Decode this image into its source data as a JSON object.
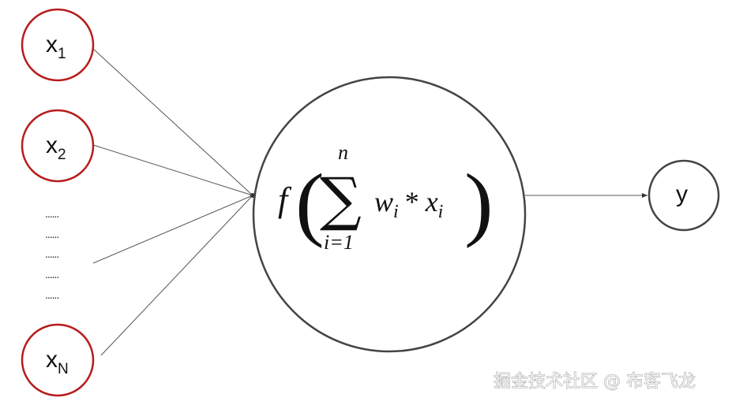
{
  "inputs": [
    {
      "base": "x",
      "sub": "1"
    },
    {
      "base": "x",
      "sub": "2"
    },
    {
      "base": "x",
      "sub": "N"
    }
  ],
  "ellipsis": "......",
  "neuron": {
    "func": "f",
    "sum_upper": "n",
    "sum_lower": "i=1",
    "sigma": "∑",
    "term_w": "w",
    "term_w_sub": "i",
    "op": "*",
    "term_x": "x",
    "term_x_sub": "i",
    "lparen": "(",
    "rparen": ")"
  },
  "output": {
    "label": "y"
  },
  "colors": {
    "input_stroke": "#b71c1c",
    "node_stroke": "#444444",
    "edge": "#555555"
  },
  "watermark": "掘金技术社区 @ 布客飞龙"
}
